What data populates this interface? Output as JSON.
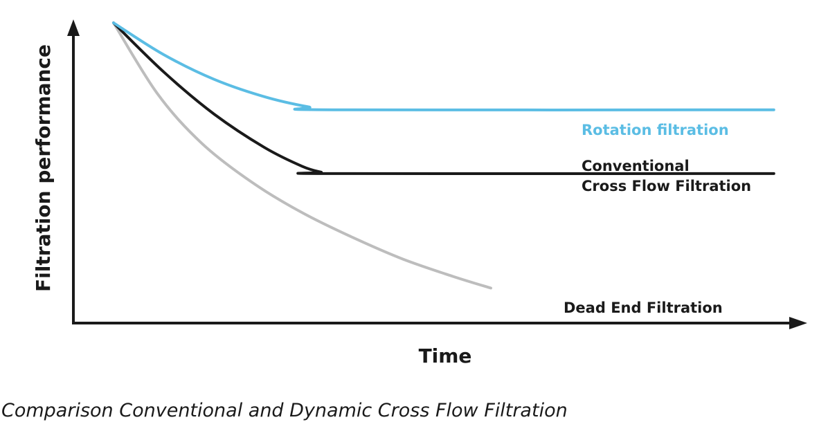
{
  "caption": "Comparison Conventional and Dynamic Cross Flow Filtration",
  "chart_data": {
    "type": "line",
    "title": "",
    "xlabel": "Time",
    "ylabel": "Filtration performance",
    "xticks": [],
    "yticks": [],
    "grid": false,
    "xlim": [
      0,
      10
    ],
    "ylim": [
      0,
      10
    ],
    "colors": {
      "axis": "#1a1a1a",
      "rotation": "#5bbde4",
      "crossflow": "#1a1a1a",
      "deadend": "#bdbdbd"
    },
    "series": [
      {
        "key": "rotation",
        "name": "Rotation filtration",
        "label_lines": [
          "Rotation filtration"
        ],
        "color": "#5bbde4",
        "points": [
          [
            0,
            10
          ],
          [
            0.8,
            8.9
          ],
          [
            1.6,
            8.05
          ],
          [
            2.4,
            7.45
          ],
          [
            3.1,
            7.1
          ],
          [
            3.5,
            7.0
          ],
          [
            10.5,
            7.0
          ]
        ]
      },
      {
        "key": "crossflow",
        "name": "Conventional Cross Flow Filtration",
        "label_lines": [
          "Conventional",
          "Cross Flow Filtration"
        ],
        "color": "#1a1a1a",
        "points": [
          [
            0,
            10
          ],
          [
            0.8,
            8.3
          ],
          [
            1.6,
            6.85
          ],
          [
            2.4,
            5.7
          ],
          [
            3.0,
            5.05
          ],
          [
            3.3,
            4.85
          ],
          [
            3.5,
            4.8
          ],
          [
            10.5,
            4.8
          ]
        ]
      },
      {
        "key": "deadend",
        "name": "Dead End Filtration",
        "label_lines": [
          "Dead End Filtration"
        ],
        "color": "#bdbdbd",
        "points": [
          [
            0,
            10
          ],
          [
            0.7,
            7.55
          ],
          [
            1.4,
            5.85
          ],
          [
            2.2,
            4.5
          ],
          [
            3.0,
            3.45
          ],
          [
            3.8,
            2.6
          ],
          [
            4.6,
            1.85
          ],
          [
            5.4,
            1.25
          ],
          [
            6.0,
            0.85
          ]
        ]
      }
    ]
  }
}
